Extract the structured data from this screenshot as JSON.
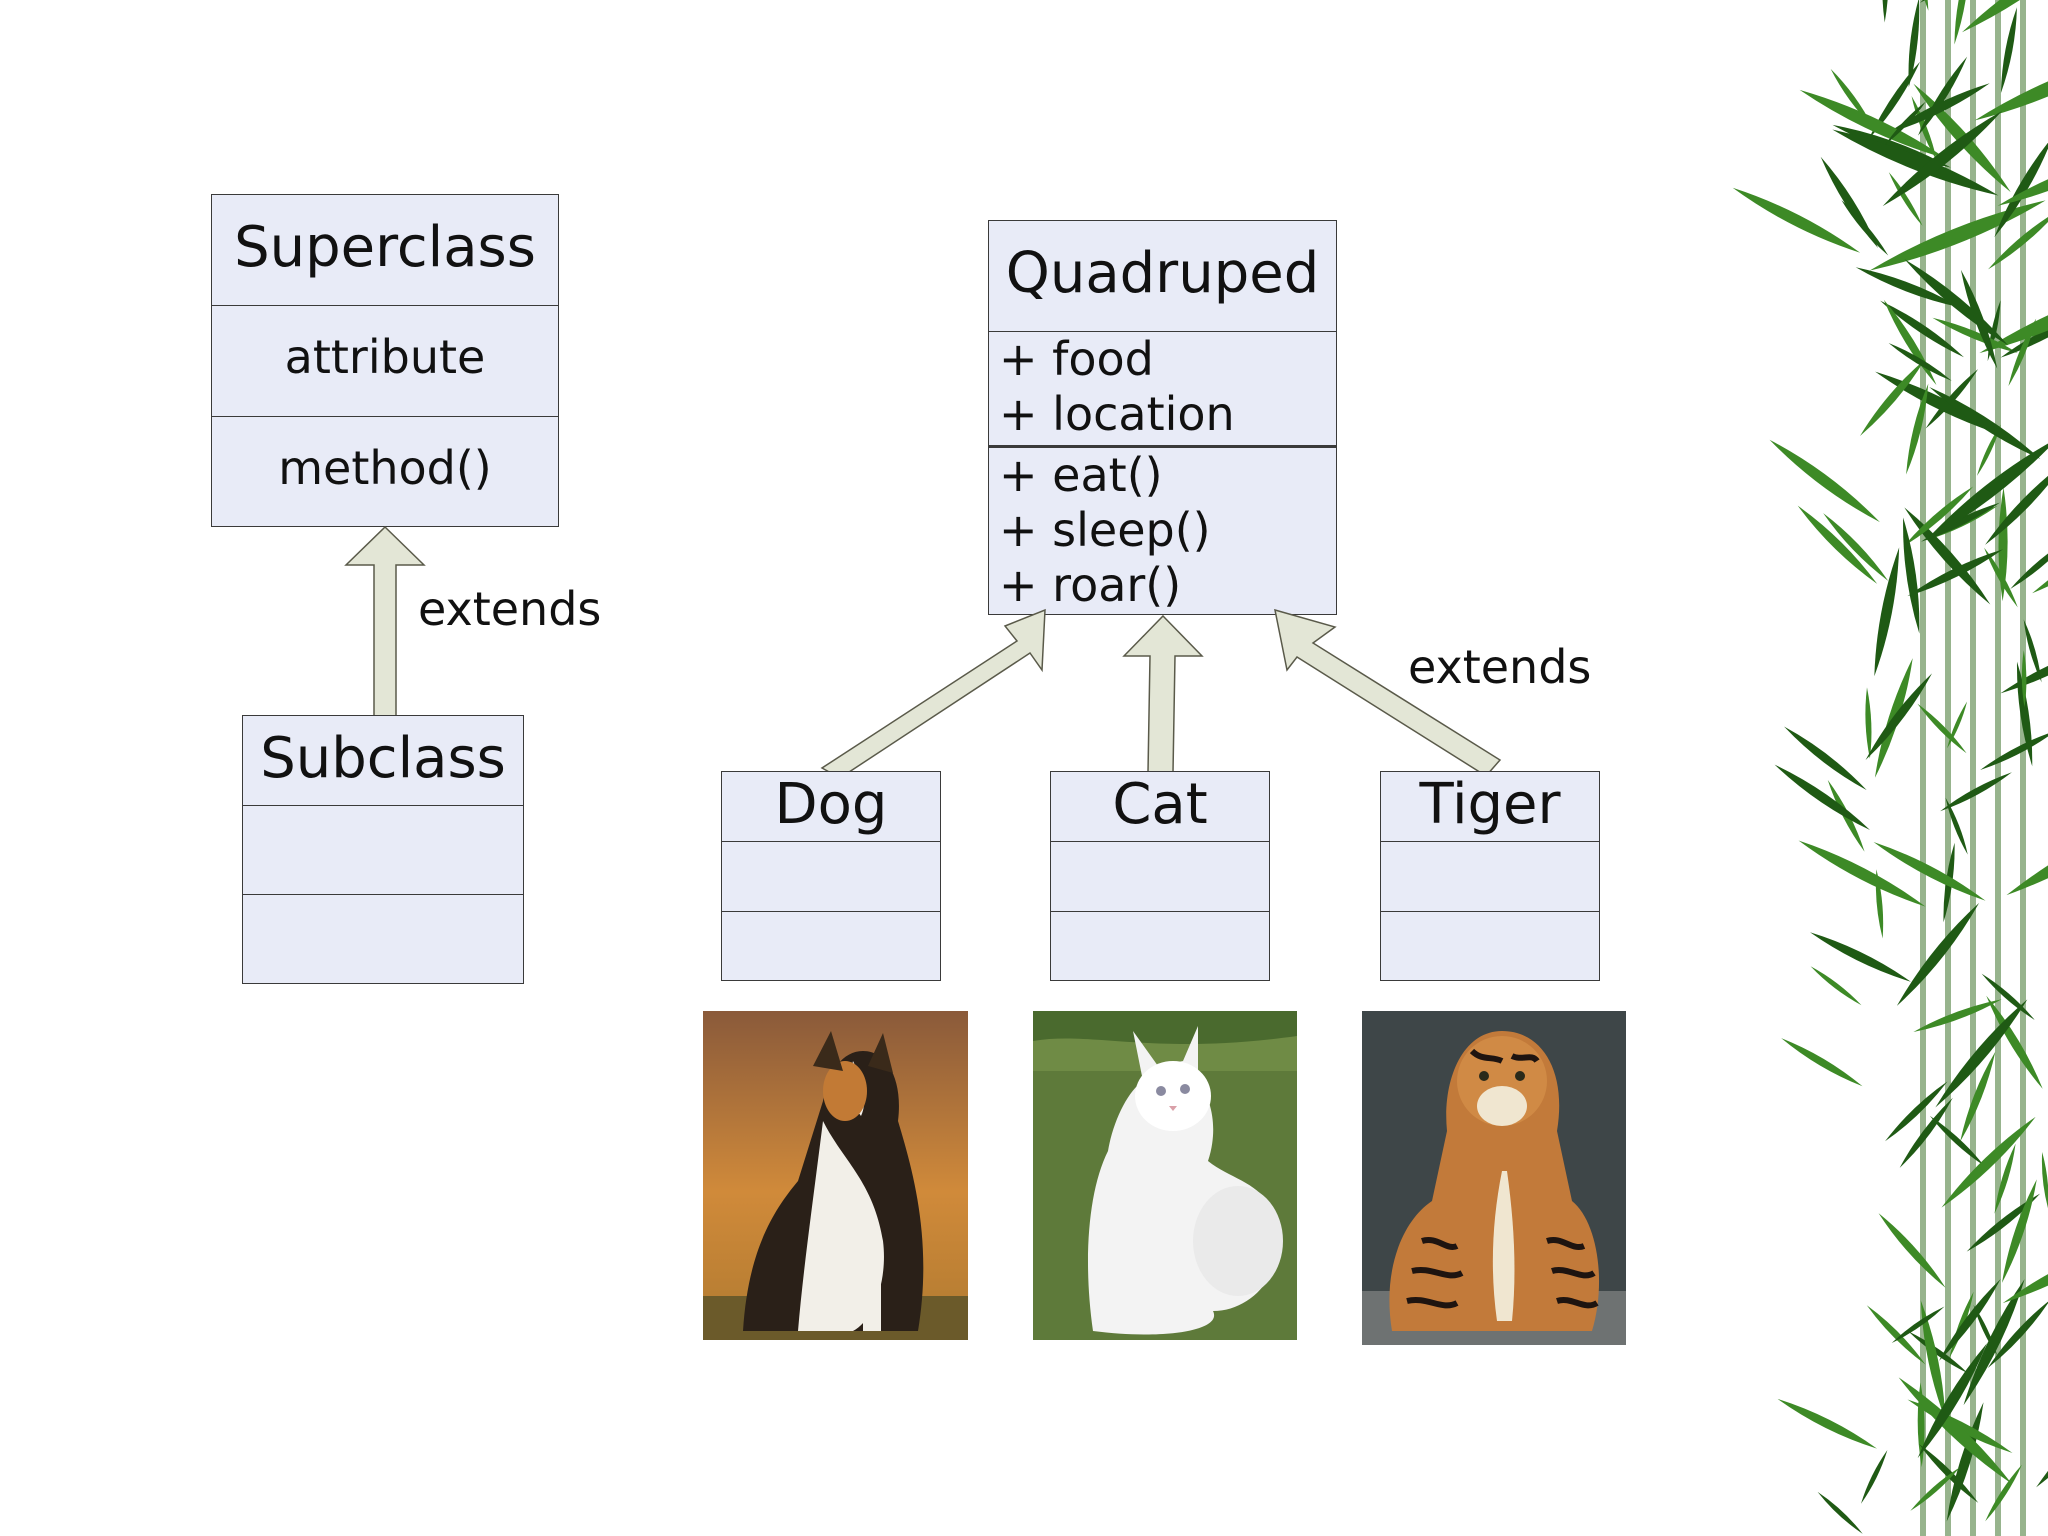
{
  "generic": {
    "superclass": {
      "name": "Superclass",
      "attribute": "attribute",
      "method": "method()"
    },
    "subclass": {
      "name": "Subclass"
    },
    "relation_label": "extends"
  },
  "example": {
    "parent": {
      "name": "Quadruped",
      "attributes": [
        "+ food",
        "+ location"
      ],
      "methods": [
        "+ eat()",
        "+ sleep()",
        "+ roar()"
      ]
    },
    "children": [
      {
        "name": "Dog",
        "photo": "dog-photo"
      },
      {
        "name": "Cat",
        "photo": "cat-photo"
      },
      {
        "name": "Tiger",
        "photo": "tiger-photo"
      }
    ],
    "relation_label": "extends"
  },
  "colors": {
    "class_fill": "#e8ebf7",
    "class_border": "#3a3a3a",
    "arrow_fill": "#e3e6d6",
    "arrow_stroke": "#5a5a4a",
    "bamboo_dark": "#1f5a14",
    "bamboo_light": "#3d8a26"
  }
}
